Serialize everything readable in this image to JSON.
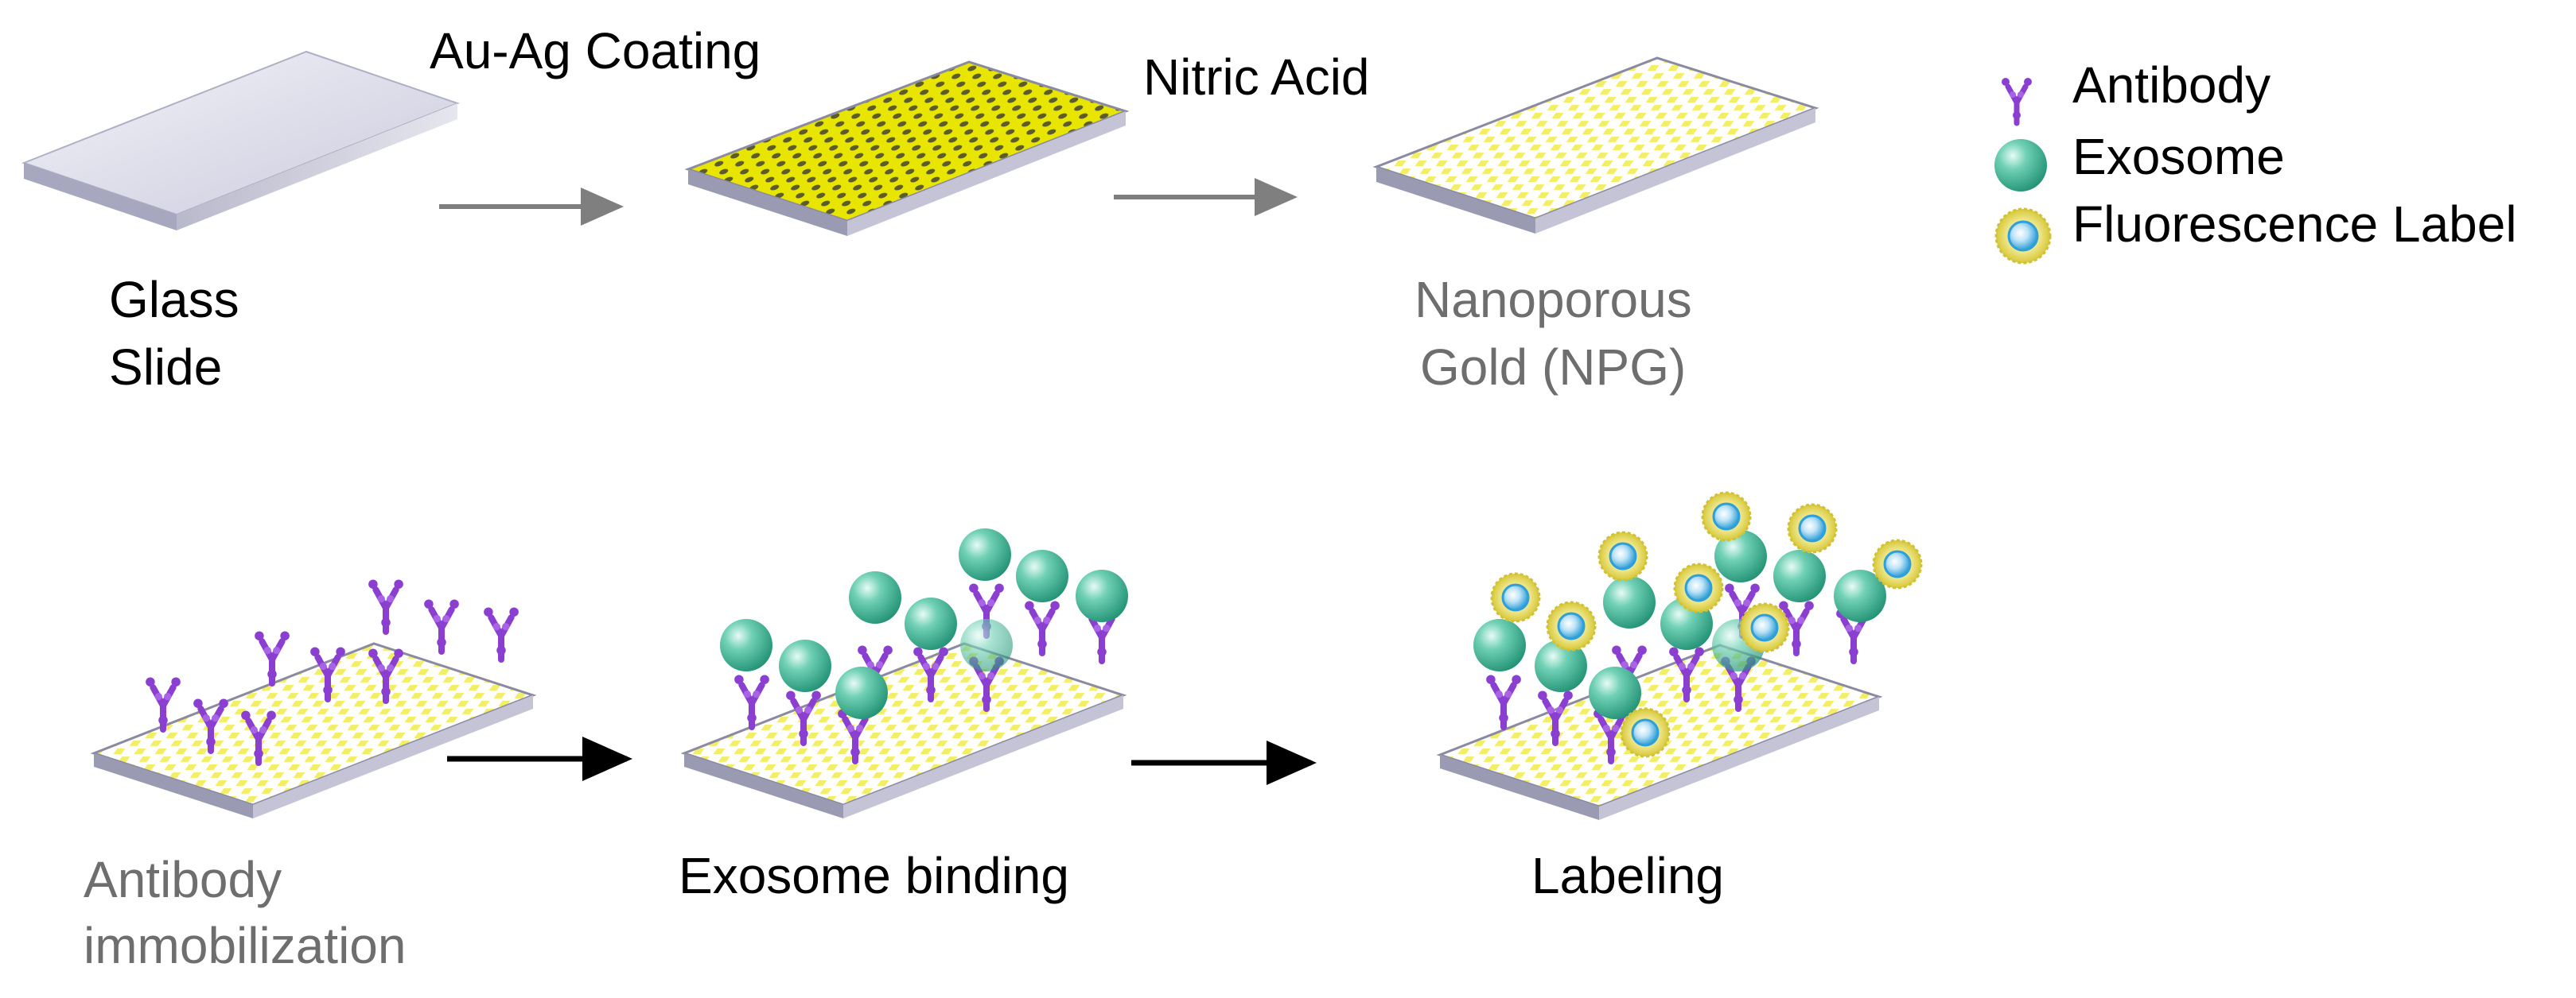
{
  "legend": {
    "antibody": "Antibody",
    "exosome": "Exosome",
    "label": "Fluorescence Label"
  },
  "steps": {
    "glass_slide": [
      "Glass",
      "Slide"
    ],
    "coating": "Au-Ag Coating",
    "nitric_acid": "Nitric Acid",
    "npg": [
      "Nanoporous",
      "Gold (NPG)"
    ],
    "antibody_immobilization": [
      "Antibody",
      "immobilization"
    ],
    "exosome_binding": "Exosome binding",
    "labeling": "Labeling"
  },
  "colors": {
    "antibody": "#8b3fd0",
    "exosome": "#38b597",
    "label_ring": "#e8d84a",
    "label_core": "#2e9fd8",
    "gold_dense": "#e6e600",
    "gold_light": "#f7f48a",
    "arrow_gray": "#7f7f7f",
    "arrow_black": "#000000"
  }
}
